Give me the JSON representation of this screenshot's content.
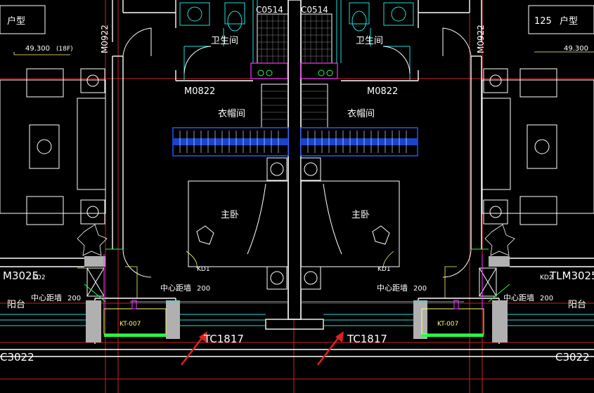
{
  "labels": {
    "unit_type_left": "户型",
    "unit_type_right_num": "125",
    "unit_type_right": "户型",
    "elev_left": "49.300",
    "elev_left_floor": "(18F)",
    "elev_right": "49.300",
    "door_m0922_left": "M0922",
    "door_m0922_right": "M0922",
    "door_m0822_left": "M0822",
    "door_m0822_right": "M0822",
    "window_c0514_left": "C0514",
    "window_c0514_right": "C0514",
    "room_bath_left": "卫生间",
    "room_bath_right": "卫生间",
    "room_closet_left": "衣帽间",
    "room_closet_right": "衣帽间",
    "room_master_left": "主卧",
    "room_master_right": "主卧",
    "kd1_left": "KD1",
    "kd1_right": "KD1",
    "door_m3025_left": "M3025",
    "kd2_left": "KD2",
    "kd2_right": "KD2",
    "door_tlm3025_right": "TLM3025",
    "balcony_left": "阳台",
    "balcony_right": "阳台",
    "center_wall_left": "中心距墙",
    "center_wall_left_val": "200",
    "center_wall_left2": "中心距墙",
    "center_wall_left2_val": "200",
    "center_wall_right": "中心距墙",
    "center_wall_right_val": "200",
    "center_wall_right2": "中心距墙",
    "center_wall_right2_val": "200",
    "window_tc1817_left": "TC1817",
    "window_tc1817_right": "TC1817",
    "window_c3022_left": "C3022",
    "window_c3022_right": "C3022",
    "ac_left": "KT-007",
    "ac_right": "KT-007"
  },
  "colors": {
    "wall": "#ffffff",
    "grid_red": "#cc2222",
    "cyan": "#22dddd",
    "yellow": "#ffff66",
    "magenta": "#ff33ff",
    "green": "#22ff44",
    "blue": "#2255ff",
    "wall_fill": "#b0b0b0",
    "arrow": "#dd2222"
  }
}
